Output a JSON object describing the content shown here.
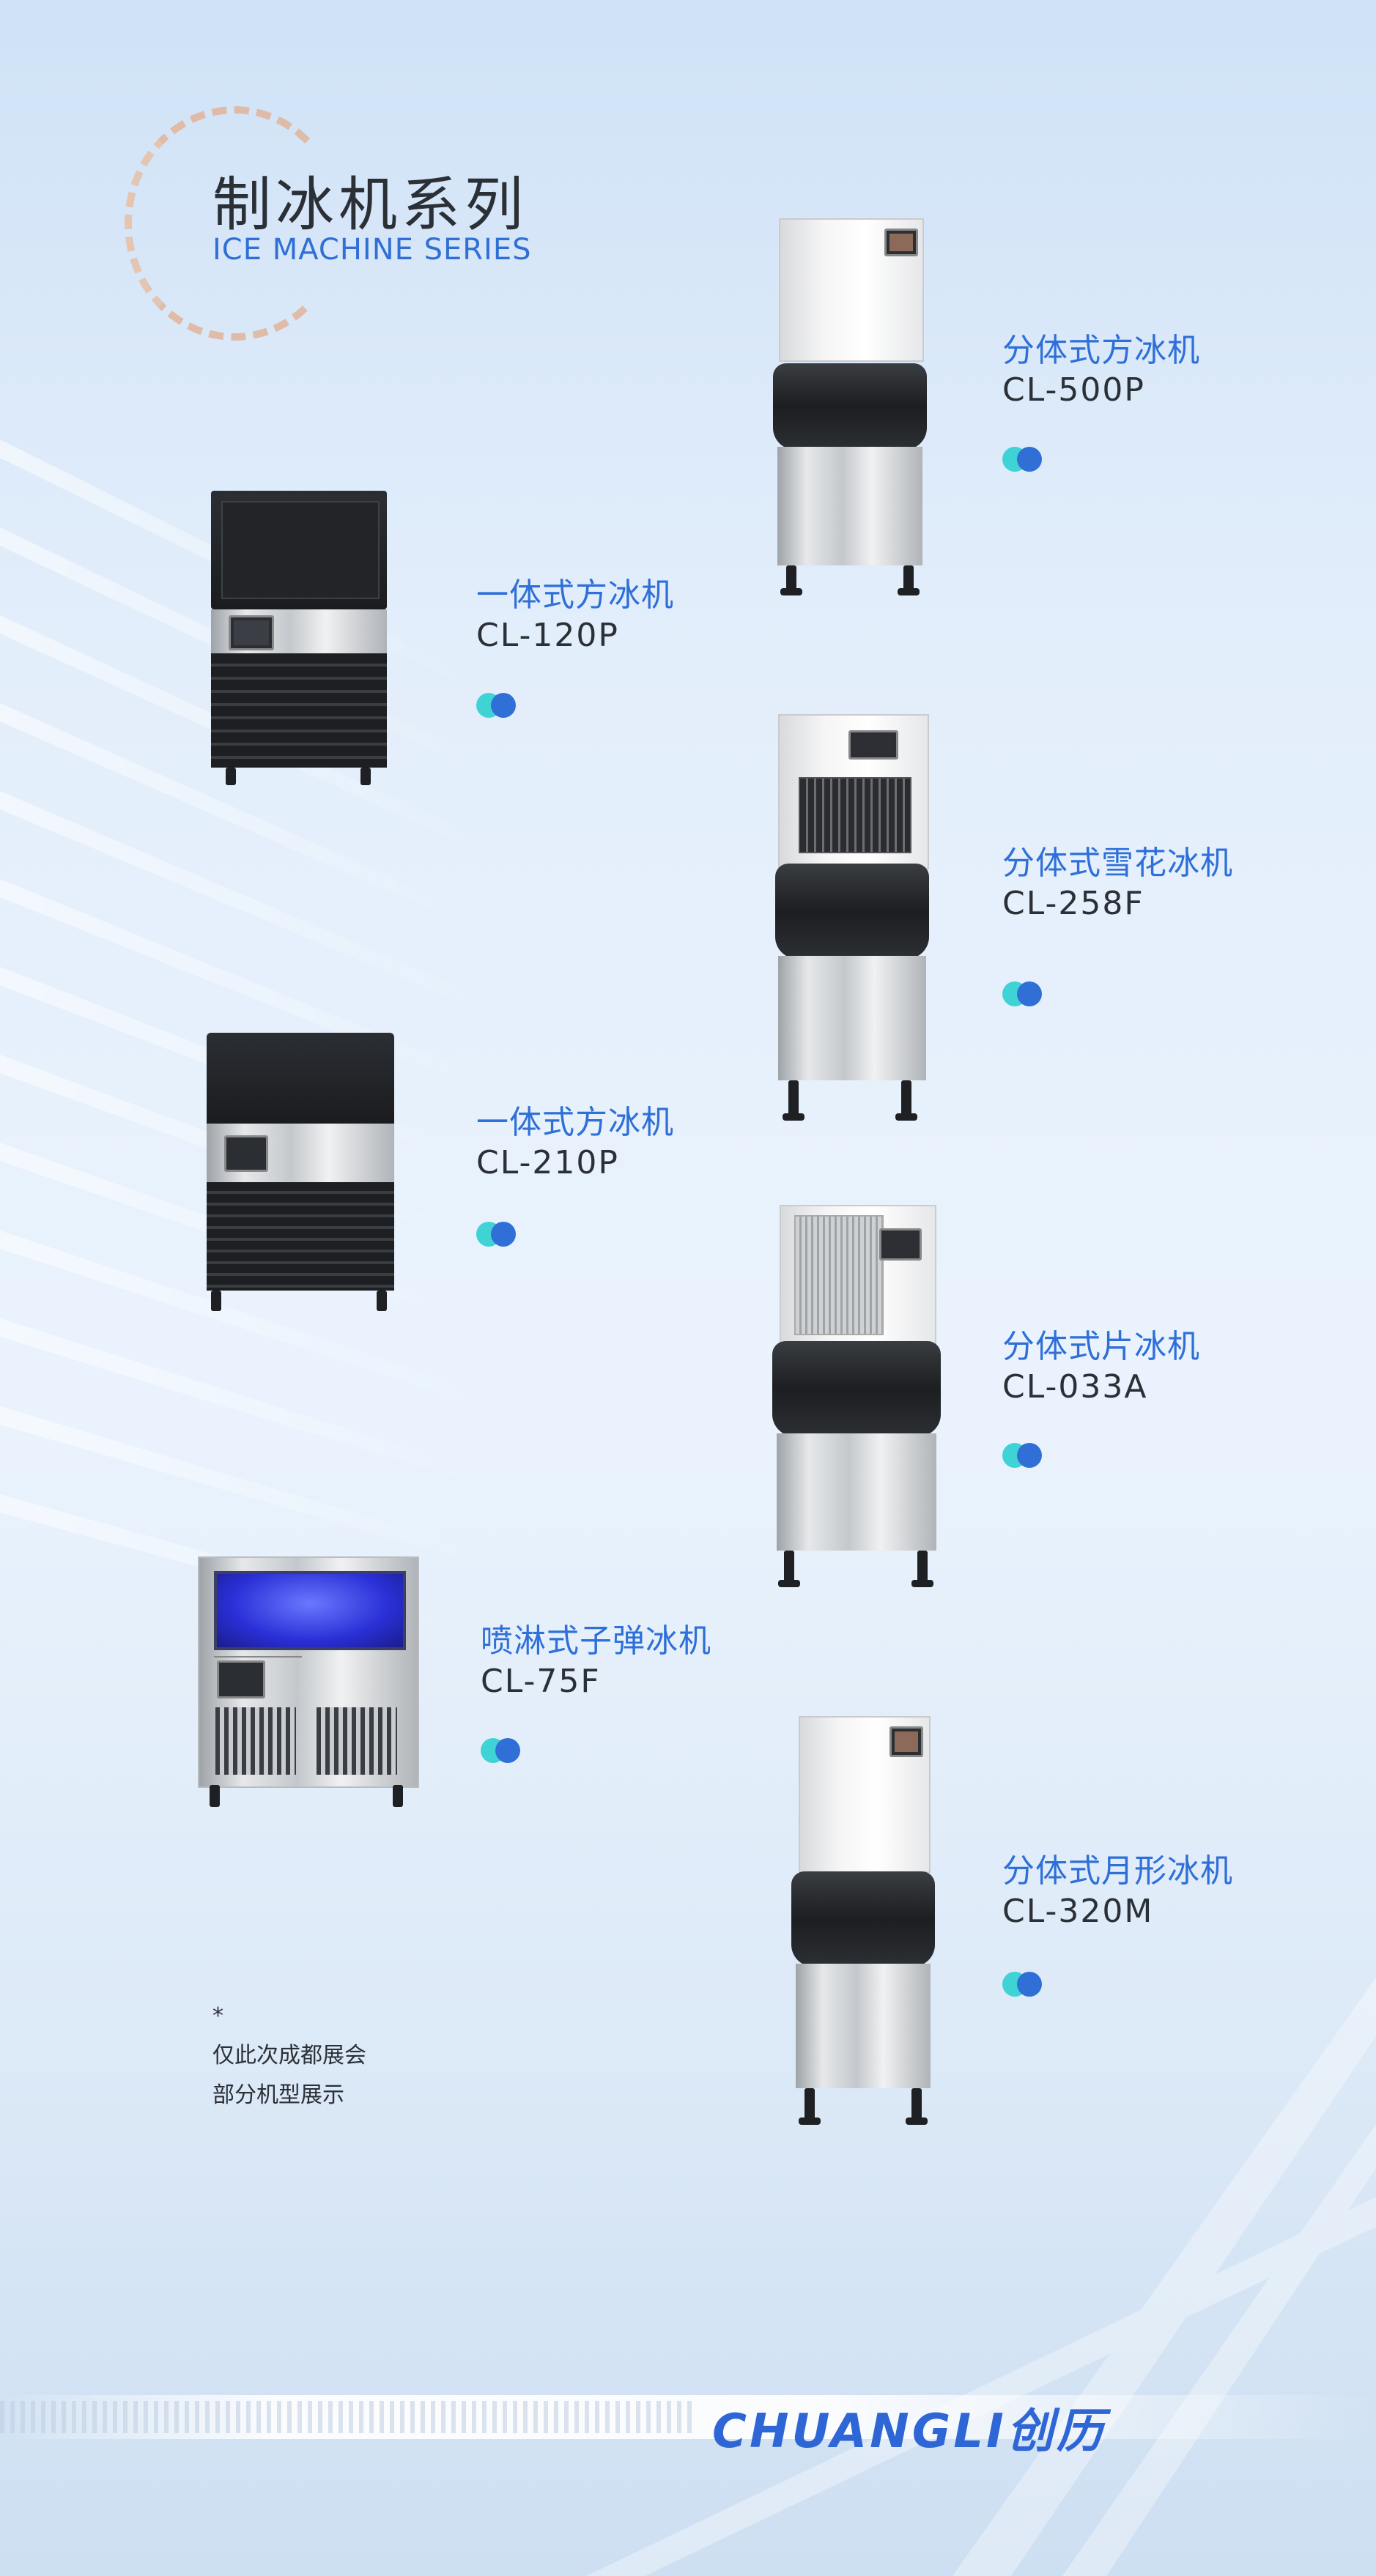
{
  "header": {
    "title_cn": "制冰机系列",
    "title_en": "ICE MACHINE SERIES"
  },
  "products": [
    {
      "name": "分体式方冰机",
      "model": "CL-500P"
    },
    {
      "name": "一体式方冰机",
      "model": "CL-120P"
    },
    {
      "name": "分体式雪花冰机",
      "model": "CL-258F"
    },
    {
      "name": "一体式方冰机",
      "model": "CL-210P"
    },
    {
      "name": "分体式片冰机",
      "model": "CL-033A"
    },
    {
      "name": "喷淋式子弹冰机",
      "model": "CL-75F"
    },
    {
      "name": "分体式月形冰机",
      "model": "CL-320M"
    }
  ],
  "note": {
    "mark": "*",
    "line1": "仅此次成都展会",
    "line2": "部分机型展示"
  },
  "brand": {
    "latin": "CHUANGLI",
    "cn": "创历"
  },
  "colors": {
    "accent_blue": "#2f6fd6",
    "accent_cyan": "#3fd3d6",
    "text_dark": "#2b2f36",
    "ring_copper": "#e2b59a"
  }
}
